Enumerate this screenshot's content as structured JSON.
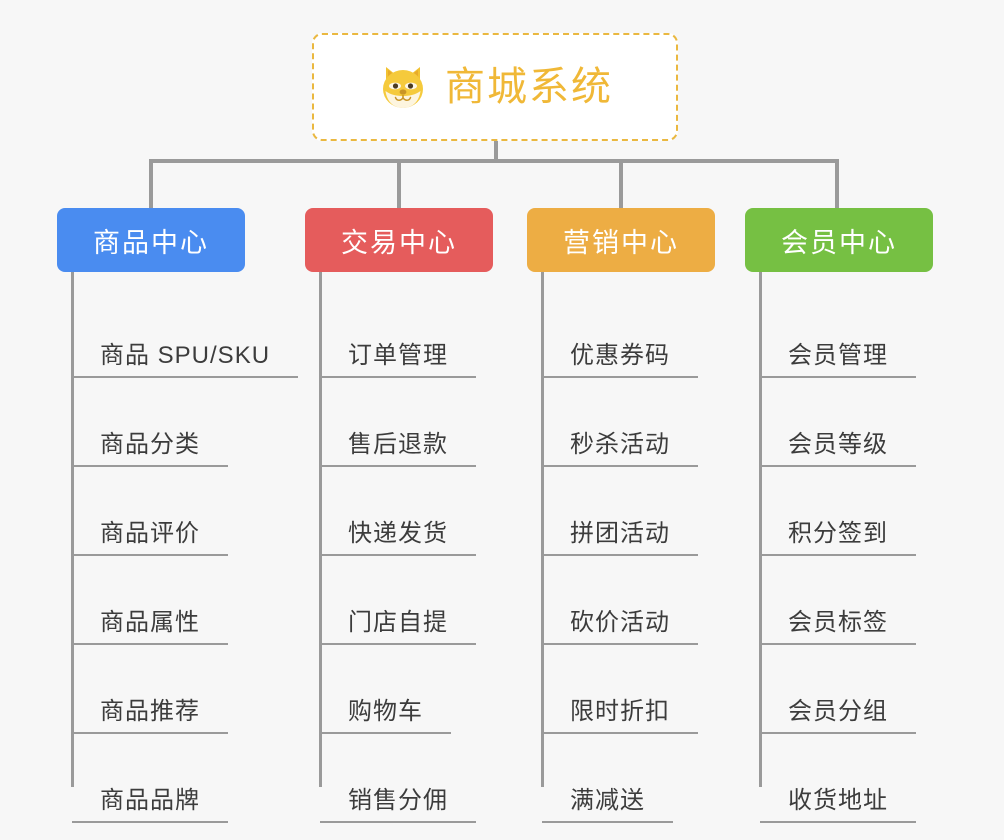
{
  "diagram": {
    "type": "mind-map",
    "root": {
      "title": "商城系统",
      "icon": "shiba-dog-face-icon",
      "text_color": "#f0b837",
      "border_color": "#eab840",
      "background": "#ffffff"
    },
    "background_color": "#f7f7f7",
    "connector_color": "#9a9a9a",
    "categories": [
      {
        "label": "商品中心",
        "color": "#4a8cf0",
        "items": [
          "商品 SPU/SKU",
          "商品分类",
          "商品评价",
          "商品属性",
          "商品推荐",
          "商品品牌"
        ]
      },
      {
        "label": "交易中心",
        "color": "#e55c5c",
        "items": [
          "订单管理",
          "售后退款",
          "快递发货",
          "门店自提",
          "购物车",
          "销售分佣"
        ]
      },
      {
        "label": "营销中心",
        "color": "#edad44",
        "items": [
          "优惠券码",
          "秒杀活动",
          "拼团活动",
          "砍价活动",
          "限时折扣",
          "满减送"
        ]
      },
      {
        "label": "会员中心",
        "color": "#76c043",
        "items": [
          "会员管理",
          "会员等级",
          "积分签到",
          "会员标签",
          "会员分组",
          "收货地址"
        ]
      }
    ]
  }
}
